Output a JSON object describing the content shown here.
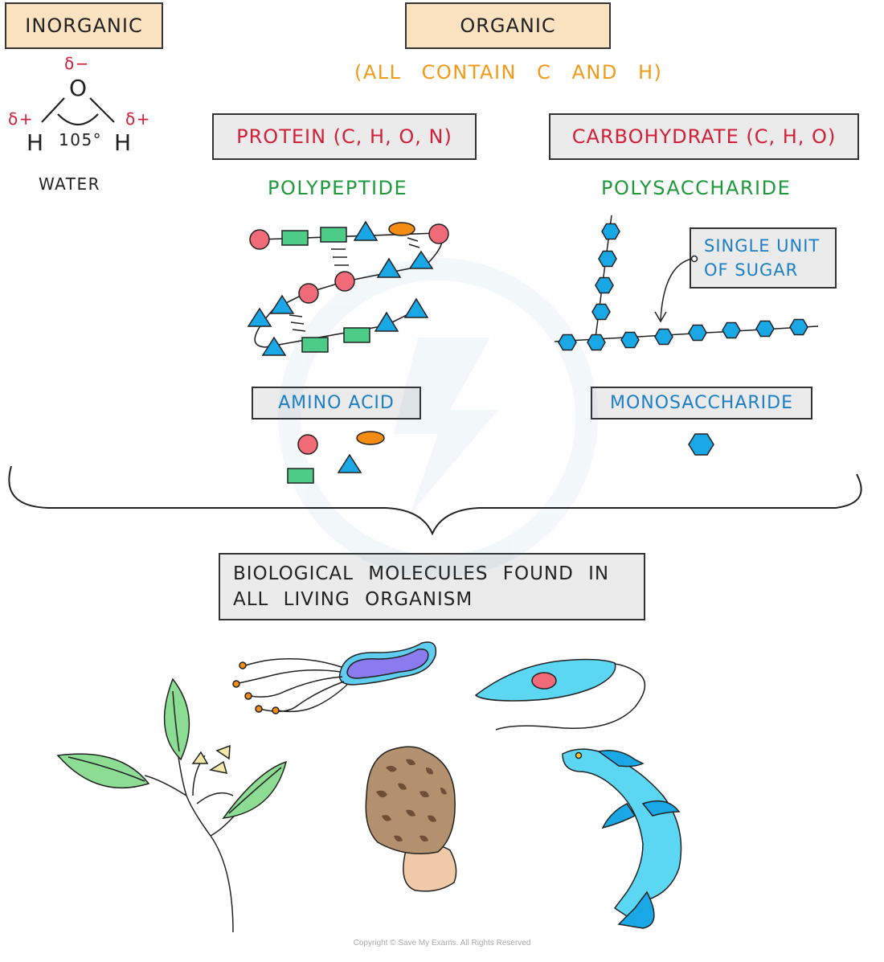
{
  "headers": {
    "inorganic": "INORGANIC",
    "organic": "ORGANIC",
    "organic_note": "(ALL CONTAIN C AND H)"
  },
  "water": {
    "delta_minus": "δ−",
    "delta_plus_left": "δ+",
    "delta_plus_right": "δ+",
    "oxygen": "O",
    "hydrogen_left": "H",
    "hydrogen_right": "H",
    "angle": "105°",
    "label": "WATER"
  },
  "protein": {
    "box": "PROTEIN (C, H, O, N)",
    "polymer": "POLYPEPTIDE",
    "monomer": "AMINO ACID"
  },
  "carbohydrate": {
    "box": "CARBOHYDRATE (C, H, O)",
    "polymer": "POLYSACCHARIDE",
    "monomer": "MONOSACCHARIDE",
    "callout_line1": "SINGLE UNIT",
    "callout_line2": "OF SUGAR"
  },
  "summary": {
    "line1": "BIOLOGICAL MOLECULES FOUND IN",
    "line2": "ALL LIVING ORGANISM"
  },
  "organisms": [
    "plant-icon",
    "bacterium-icon",
    "protozoan-icon",
    "morel-mushroom-icon",
    "fish-icon"
  ],
  "colors": {
    "protein_red": "#d0203a",
    "polymer_green": "#1e9a3c",
    "carb_blue": "#1c7fc4",
    "organic_orange": "#f29a1a",
    "amino_circle": "#f06a78",
    "amino_rect": "#4dcc88",
    "amino_triangle": "#1aa7e6",
    "amino_oval": "#f28c13",
    "hexagon": "#1aa7e6"
  },
  "copyright": "Copyright © Save My Exams. All Rights Reserved"
}
